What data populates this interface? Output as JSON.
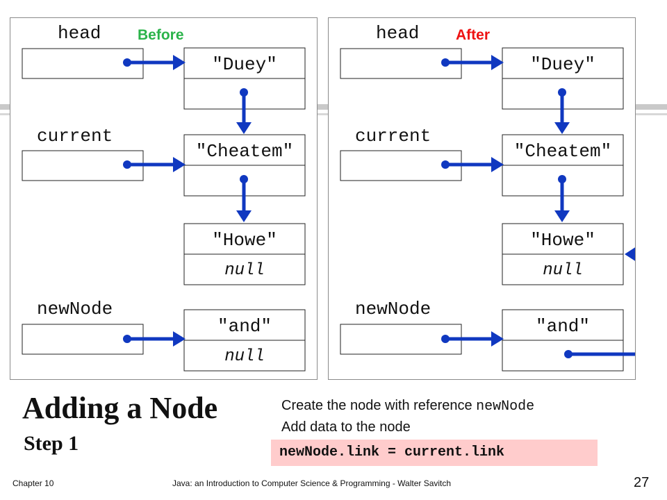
{
  "panels": {
    "before": {
      "status": "Before",
      "status_color": "#2bb34a",
      "vars": {
        "head": "head",
        "current": "current",
        "newNode": "newNode"
      },
      "nodes": [
        {
          "data": "\"Duey\"",
          "link": ""
        },
        {
          "data": "\"Cheatem\"",
          "link": ""
        },
        {
          "data": "\"Howe\"",
          "link": "null"
        },
        {
          "data": "\"and\"",
          "link": "null"
        }
      ]
    },
    "after": {
      "status": "After",
      "status_color": "#ee1111",
      "vars": {
        "head": "head",
        "current": "current",
        "newNode": "newNode"
      },
      "nodes": [
        {
          "data": "\"Duey\"",
          "link": ""
        },
        {
          "data": "\"Cheatem\"",
          "link": ""
        },
        {
          "data": "\"Howe\"",
          "link": "null"
        },
        {
          "data": "\"and\"",
          "link": ""
        }
      ]
    }
  },
  "arrow_color": "#1038c0",
  "title": "Adding a Node",
  "subtitle": "Step 1",
  "steps": {
    "step1_text": "Create the node with reference ",
    "step1_code": "newNode",
    "step2_text": "Add data to the node"
  },
  "code": "newNode.link = current.link",
  "footer": {
    "chapter": "Chapter 10",
    "book": "Java: an Introduction to Computer Science & Programming - Walter Savitch",
    "page": "27"
  }
}
